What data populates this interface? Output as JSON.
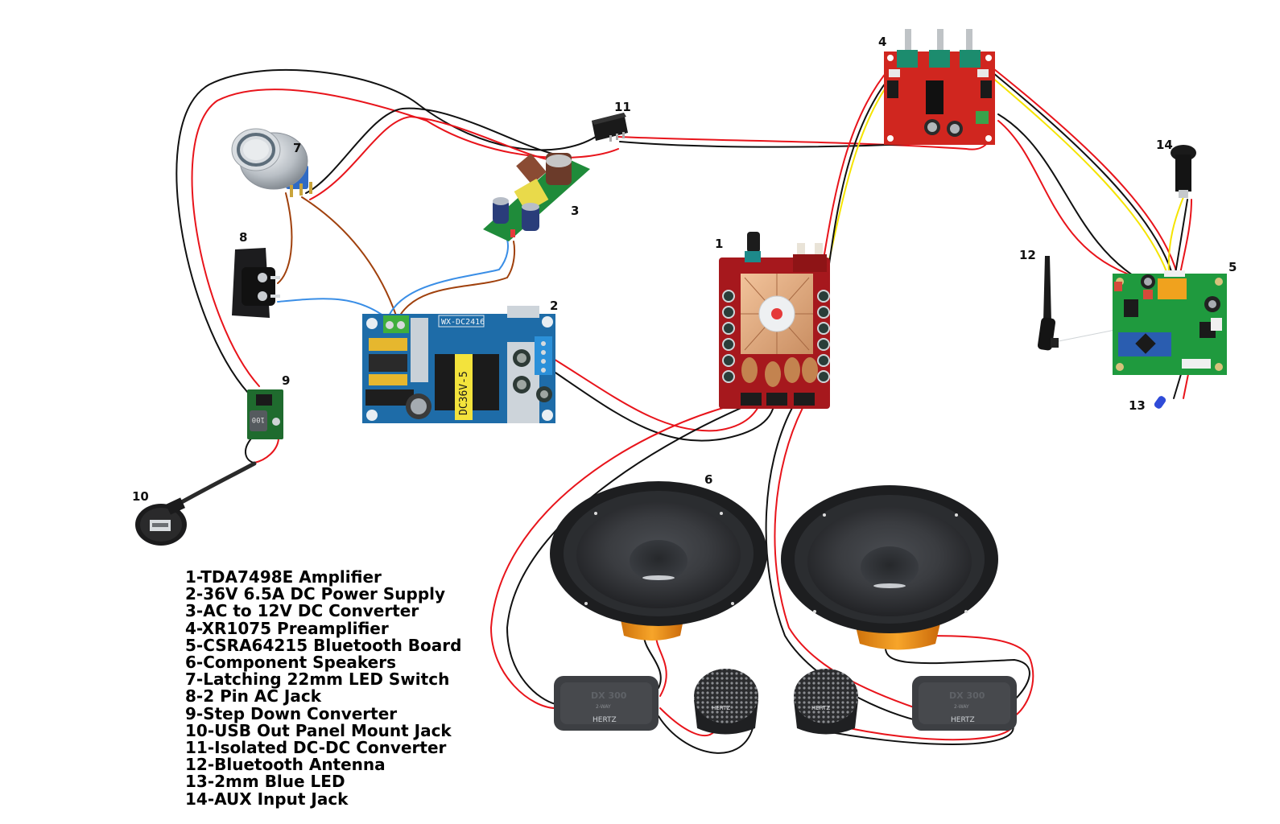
{
  "diagram": {
    "title": "Bluetooth speaker amplifier wiring diagram",
    "wire_colors": {
      "positive": "#e8141b",
      "negative": "#111111",
      "ac_live": "#a0410d",
      "ac_neutral": "#3a8ee6",
      "signal": "#f5e400"
    },
    "components": [
      {
        "id": "1",
        "label": "1",
        "name": "TDA7498E Amplifier"
      },
      {
        "id": "2",
        "label": "2",
        "name": "36V 6.5A DC Power Supply",
        "board_text": "WX-DC2416",
        "transformer_text": "DC36V-5"
      },
      {
        "id": "3",
        "label": "3",
        "name": "AC to 12V DC Converter"
      },
      {
        "id": "4",
        "label": "4",
        "name": "XR1075 Preamplifier"
      },
      {
        "id": "5",
        "label": "5",
        "name": "CSRA64215 Bluetooth Board"
      },
      {
        "id": "6",
        "label": "6",
        "name": "Component Speakers",
        "crossover_text": "DX 300",
        "crossover_sub": "2-WAY",
        "brand": "HERTZ"
      },
      {
        "id": "7",
        "label": "7",
        "name": "Latching 22mm LED Switch"
      },
      {
        "id": "8",
        "label": "8",
        "name": "2 Pin AC Jack"
      },
      {
        "id": "9",
        "label": "9",
        "name": "Step Down Converter",
        "inductor_text": "100"
      },
      {
        "id": "10",
        "label": "10",
        "name": "USB Out Panel Mount Jack"
      },
      {
        "id": "11",
        "label": "11",
        "name": "Isolated DC-DC Converter"
      },
      {
        "id": "12",
        "label": "12",
        "name": "Bluetooth Antenna"
      },
      {
        "id": "13",
        "label": "13",
        "name": "2mm Blue LED"
      },
      {
        "id": "14",
        "label": "14",
        "name": "AUX Input Jack"
      }
    ]
  },
  "legend": {
    "items": [
      "1-TDA7498E Amplifier",
      "2-36V 6.5A DC Power Supply",
      "3-AC to 12V DC Converter",
      "4-XR1075 Preamplifier",
      "5-CSRA64215 Bluetooth Board",
      "6-Component Speakers",
      "7-Latching 22mm LED Switch",
      "8-2 Pin AC Jack",
      "9-Step Down Converter",
      "10-USB Out Panel Mount Jack",
      "11-Isolated DC-DC Converter",
      "12-Bluetooth Antenna",
      "13-2mm Blue LED",
      "14-AUX Input Jack"
    ]
  }
}
